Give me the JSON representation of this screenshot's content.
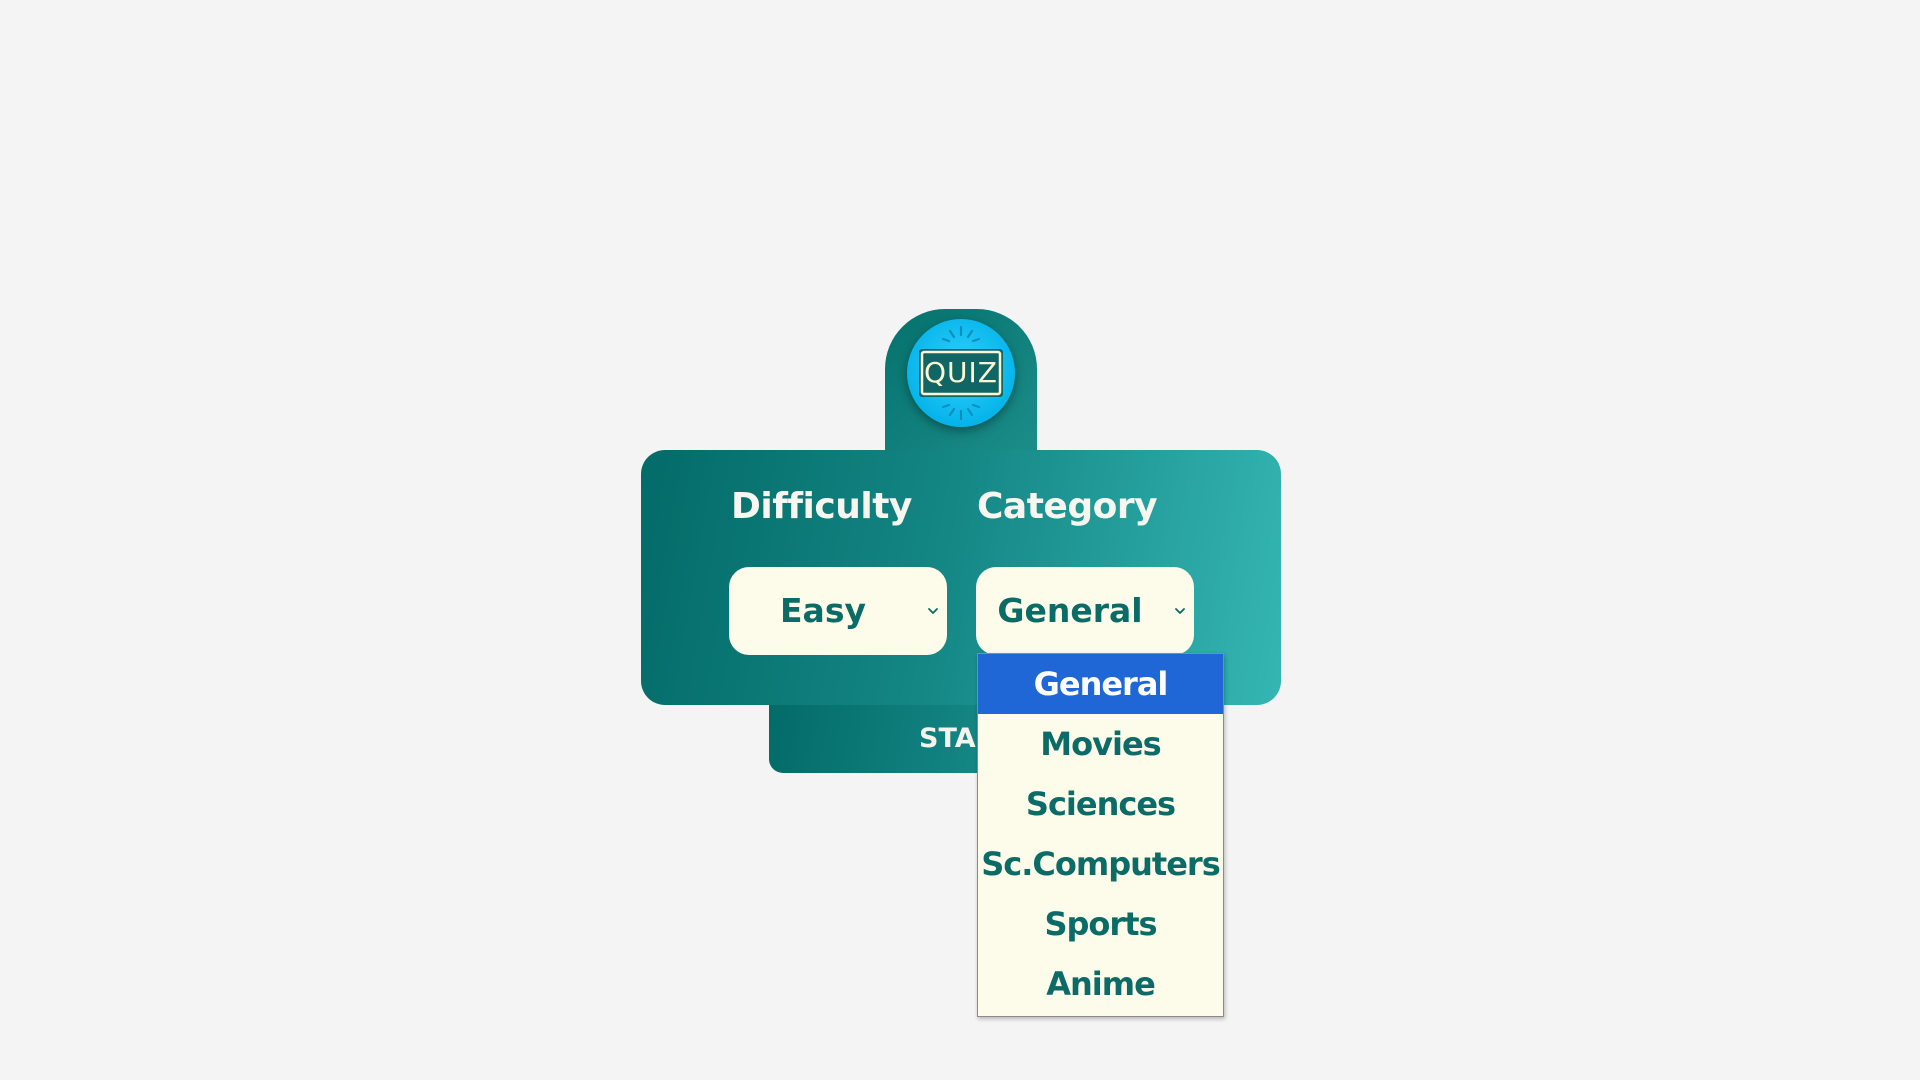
{
  "logo": {
    "text": "QUIZ",
    "icon": "quiz-badge-icon"
  },
  "form": {
    "difficulty_label": "Difficulty",
    "category_label": "Category",
    "difficulty_value": "Easy",
    "category_value": "General"
  },
  "start_button": {
    "label": "STA"
  },
  "dropdown": {
    "options": [
      "General",
      "Movies",
      "Sciences",
      "Sc.Computers",
      "Sports",
      "Anime"
    ],
    "selected": "General"
  },
  "colors": {
    "background": "#f4f4f4",
    "card_dark": "#036b68",
    "card_light": "#35b6b3",
    "select_bg": "#fdfbea",
    "text_teal": "#0b6b66",
    "highlight": "#1f67d6",
    "logo_blue": "#07b4ea"
  }
}
